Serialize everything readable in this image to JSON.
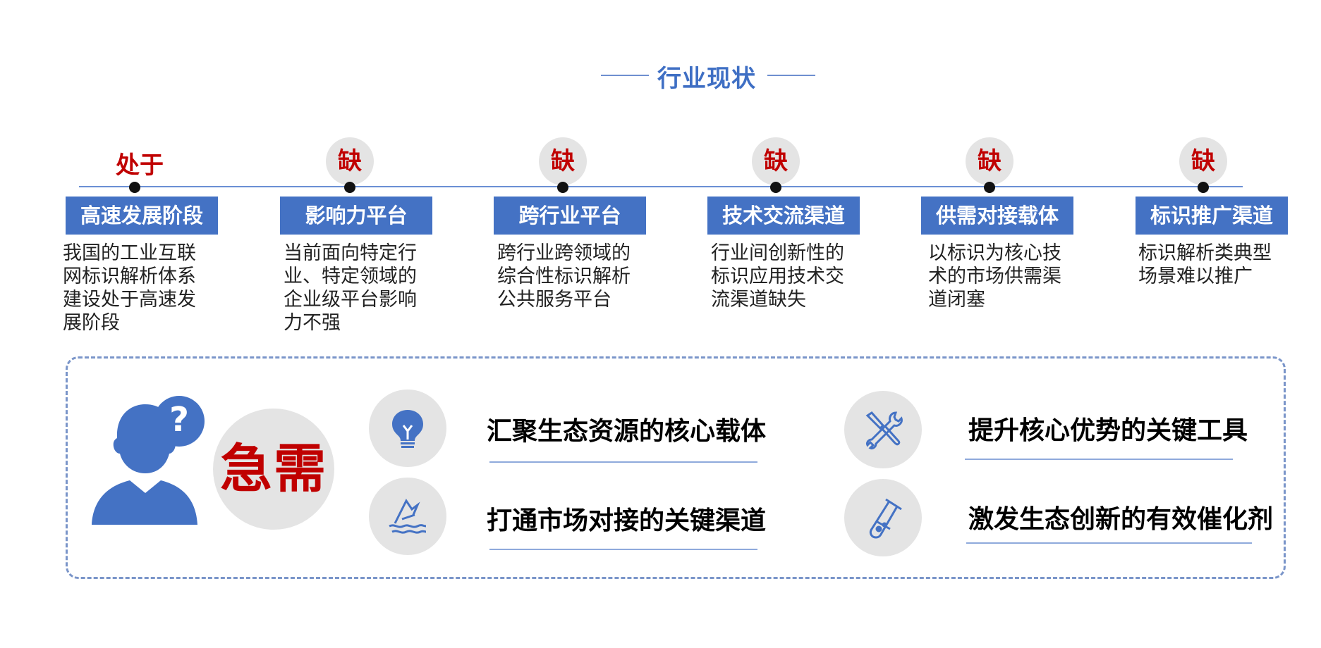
{
  "header": {
    "title": "行业现状"
  },
  "timeline": [
    {
      "marker": "处于",
      "marker_style": "text",
      "tag": "高速发展阶段",
      "desc": "我国的工业互联网标识解析体系建设处于高速发展阶段"
    },
    {
      "marker": "缺",
      "marker_style": "circle",
      "tag": "影响力平台",
      "desc": "当前面向特定行业、特定领域的企业级平台影响力不强"
    },
    {
      "marker": "缺",
      "marker_style": "circle",
      "tag": "跨行业平台",
      "desc": "跨行业跨领域的综合性标识解析公共服务平台"
    },
    {
      "marker": "缺",
      "marker_style": "circle",
      "tag": "技术交流渠道",
      "desc": "行业间创新性的标识应用技术交流渠道缺失"
    },
    {
      "marker": "缺",
      "marker_style": "circle",
      "tag": "供需对接载体",
      "desc": "以标识为核心技术的市场供需渠道闭塞"
    },
    {
      "marker": "缺",
      "marker_style": "circle",
      "tag": "标识推广渠道",
      "desc": "标识解析类典型场景难以推广"
    }
  ],
  "needs": {
    "label": "急需",
    "question_mark": "?",
    "items": [
      {
        "icon": "lightbulb-icon",
        "text": "汇聚生态资源的核心载体"
      },
      {
        "icon": "tools-icon",
        "text": "提升核心优势的关键工具"
      },
      {
        "icon": "channel-icon",
        "text": "打通市场对接的关键渠道"
      },
      {
        "icon": "test-tube-icon",
        "text": "激发生态创新的有效催化剂"
      }
    ]
  },
  "colors": {
    "accent": "#4472c4",
    "alert": "#c00000",
    "circle_bg": "#e4e4e4"
  }
}
